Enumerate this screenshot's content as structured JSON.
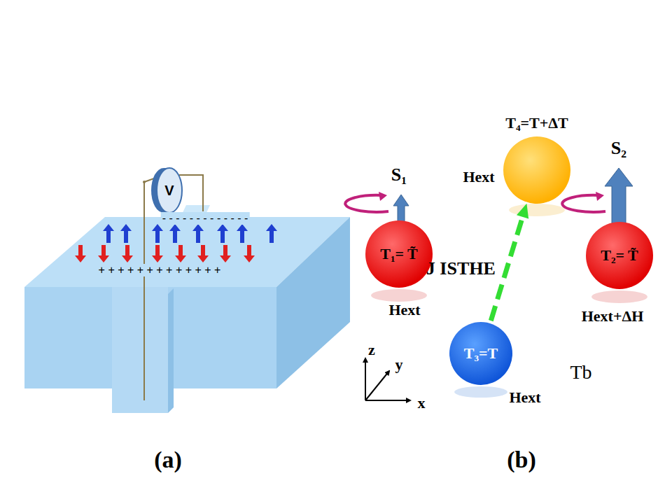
{
  "diagram": {
    "nodes": [
      {
        "text": [
          "T₁= T̃"
        ]
      },
      {
        "text": [
          "T₄=T+ΔT"
        ]
      },
      {
        "text": [
          "T₂= T̃"
        ]
      },
      {
        "text": [
          "T₃=T"
        ]
      }
    ],
    "edges": [
      {
        "from": 3,
        "to": 1,
        "arrow": "to",
        "label": "J ISTHE"
      }
    ],
    "labels": [
      "V",
      "- - - - - - - - - - - - -",
      "+ + + + + + + + + + + + +",
      "S₁",
      "Hext",
      "Hext",
      "S₂",
      "Hext+ΔH",
      "Hext",
      "Tb",
      "z",
      "y",
      "x",
      "(a)",
      "(b)"
    ]
  }
}
